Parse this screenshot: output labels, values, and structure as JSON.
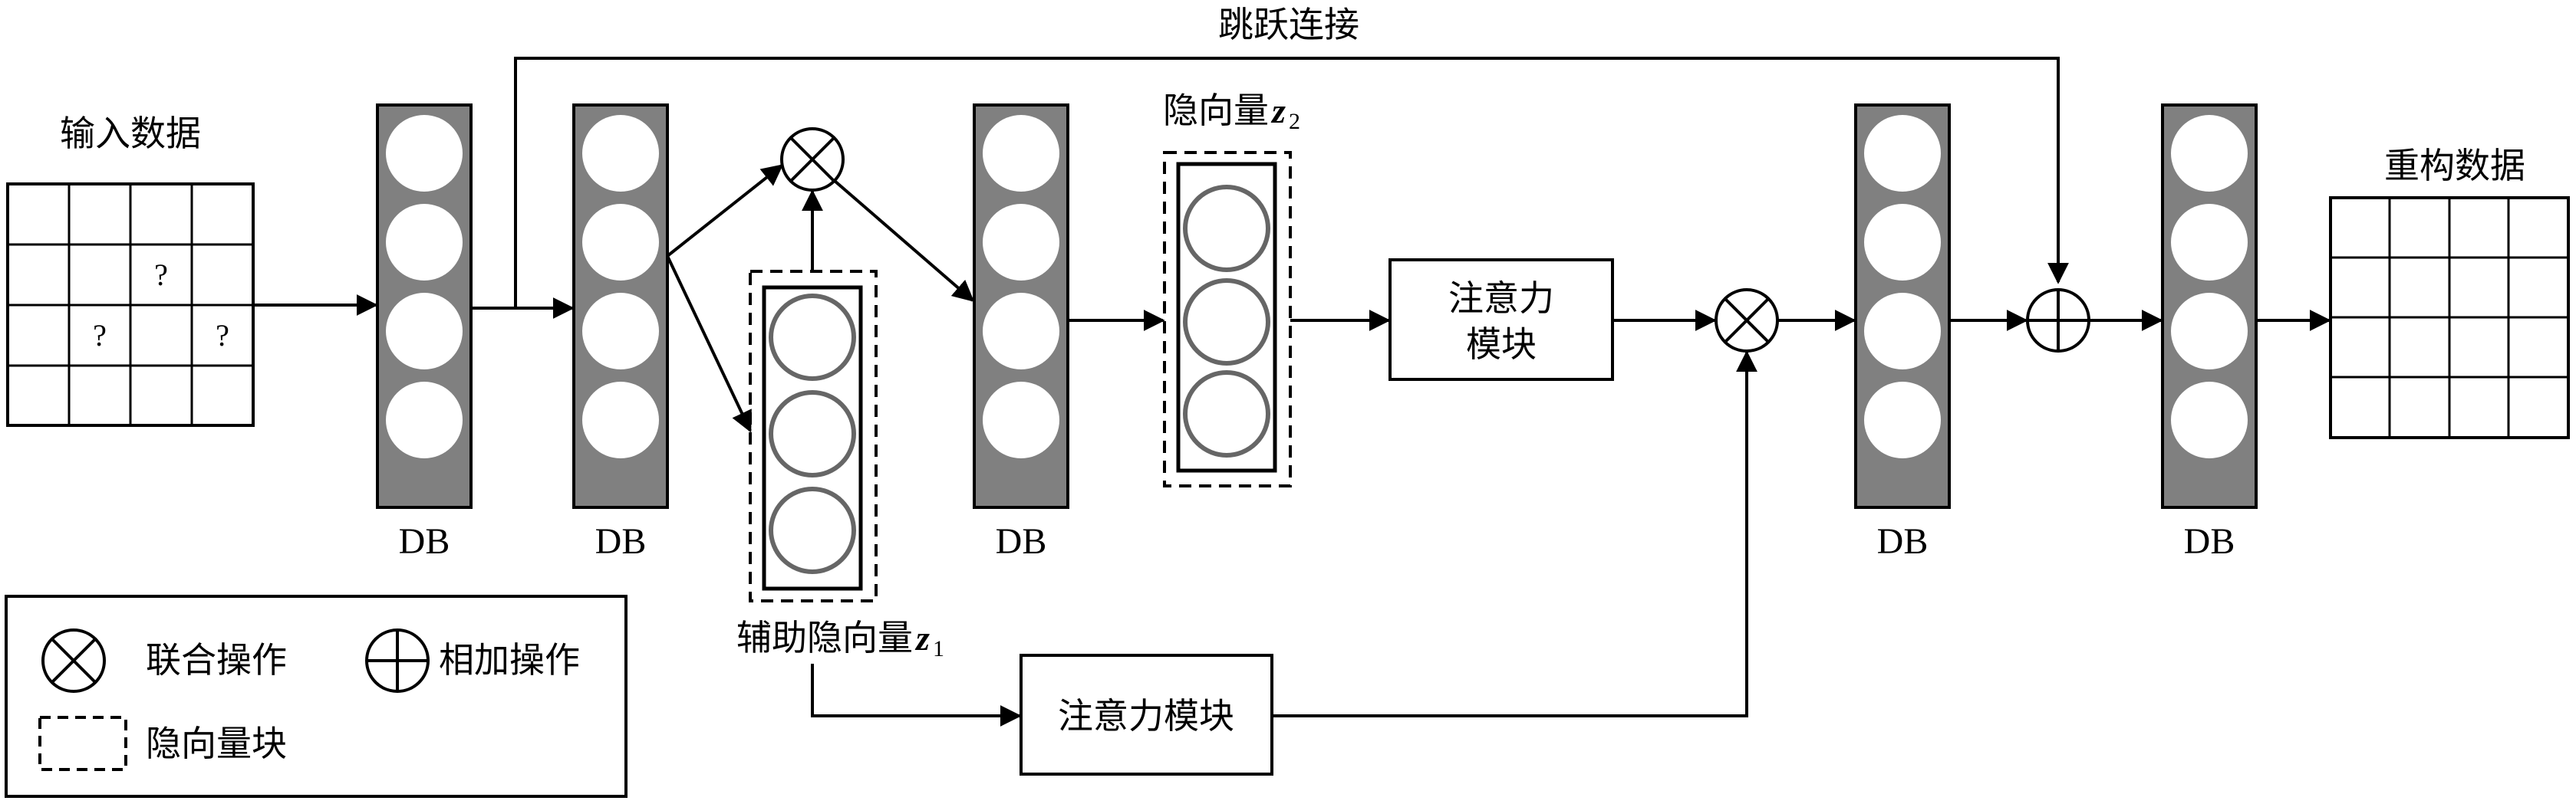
{
  "labels": {
    "skip": "跳跃连接",
    "input": "输入数据",
    "output": "重构数据",
    "latent2_prefix": "隐向量",
    "latent2_var": "z",
    "latent2_sub": "2",
    "latent1_prefix": "辅助隐向量",
    "latent1_var": "z",
    "latent1_sub": "1",
    "attention_top_line1": "注意力",
    "attention_top_line2": "模块",
    "attention_bottom": "注意力模块",
    "db": "DB",
    "question": "?"
  },
  "legend": {
    "joint": "联合操作",
    "add": "相加操作",
    "latent_block": "隐向量块"
  }
}
